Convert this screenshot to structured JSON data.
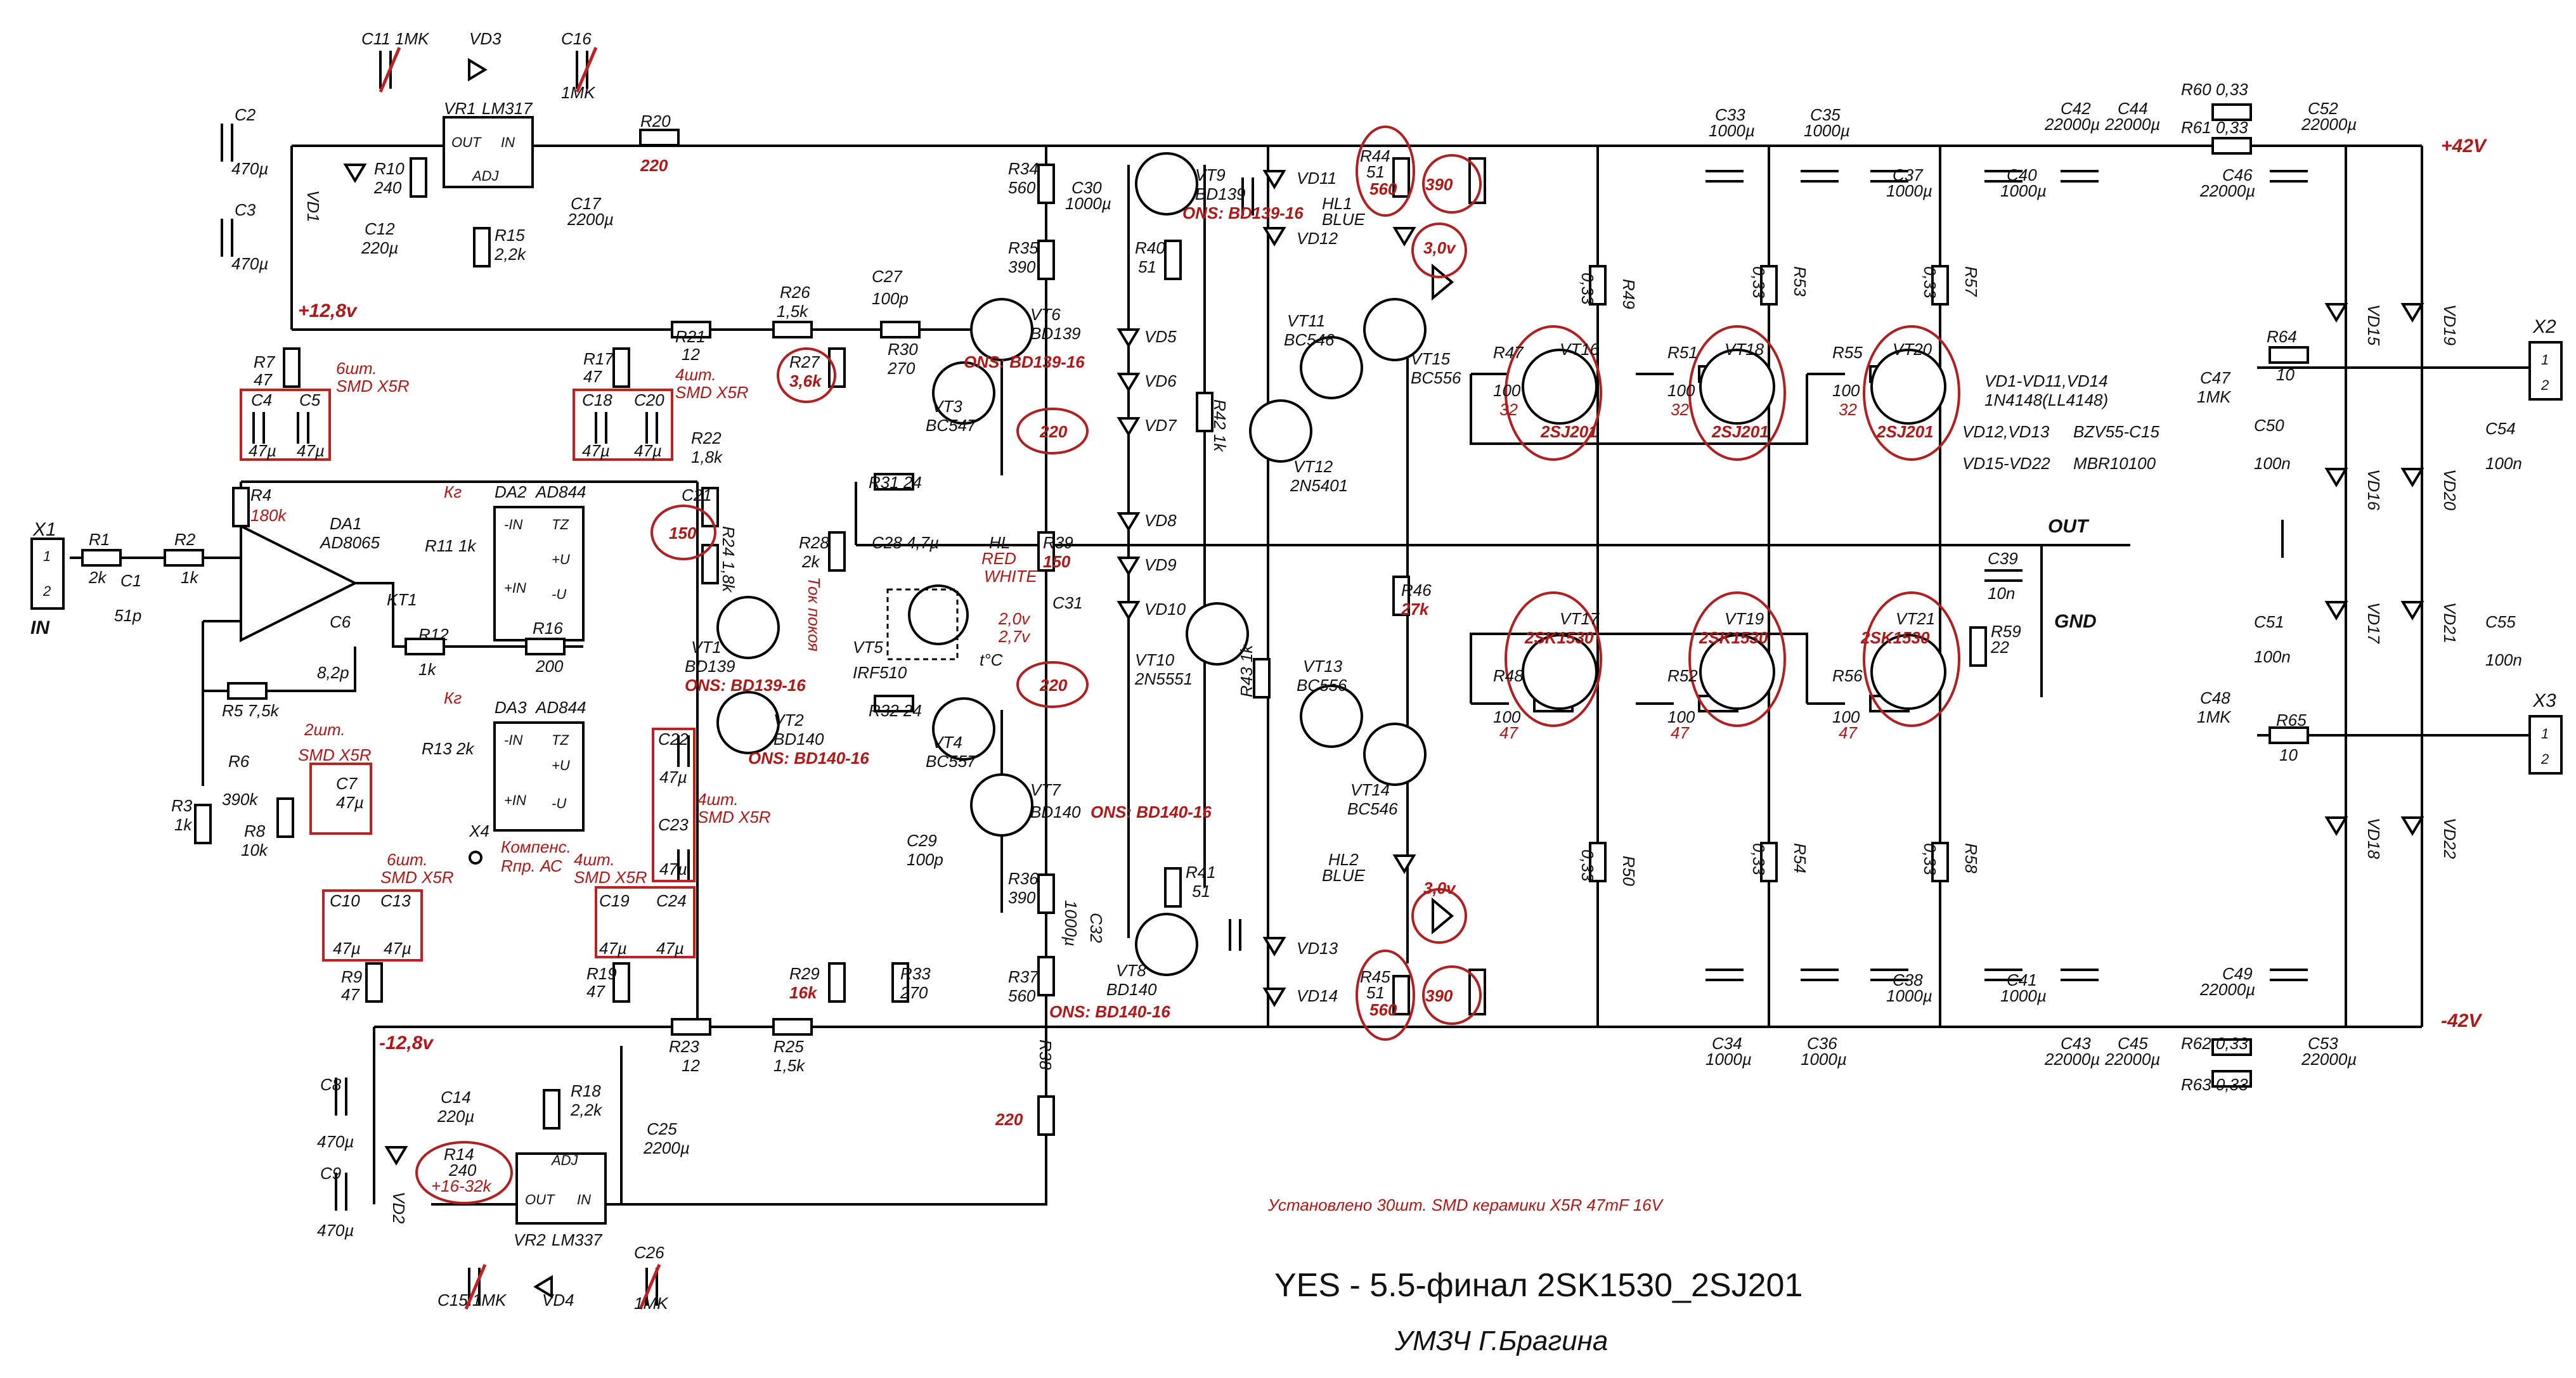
{
  "title": "YES - 5.5-финал 2SK1530_2SJ201",
  "subtitle": "УМЗЧ Г.Брагина",
  "install_note": "Установлено 30шт. SMD керамики X5R 47mF 16V",
  "nets": {
    "pos42": "+42V",
    "neg42": "-42V",
    "pos12": "+12,8v",
    "neg12": "-12,8v",
    "out": "OUT",
    "gnd": "GND",
    "in": "IN",
    "tc": "t°C"
  },
  "connectors": {
    "x1": "X1",
    "x2": "X2",
    "x3": "X3",
    "x4": "X4",
    "pin1": "1",
    "pin2": "2"
  },
  "parts": {
    "r1": "R1",
    "r1v": "2k",
    "r2": "R2",
    "r2v": "1k",
    "c1": "C1",
    "c1v": "51p",
    "r3": "R3",
    "r3v": "1k",
    "r4": "R4",
    "r4n": "180k",
    "r5": "R5 7,5k",
    "r6": "R6",
    "r6v": "390k",
    "r7": "R7",
    "r7v": "47",
    "r8": "R8",
    "r8v": "10k",
    "r9": "R9",
    "r9v": "47",
    "r10": "R10",
    "r10v": "240",
    "r11": "R11 1k",
    "r12": "R12",
    "r12v": "1k",
    "r13": "R13 2k",
    "r14": "R14",
    "r14v": "240",
    "r14n": "+16-32k",
    "r15": "R15",
    "r15v": "2,2k",
    "r16": "R16",
    "r16v": "200",
    "r17": "R17",
    "r17v": "47",
    "r18": "R18",
    "r18v": "2,2k",
    "r19": "R19",
    "r19v": "47",
    "r20": "R20",
    "r20n": "220",
    "r21": "R21",
    "r21v": "12",
    "r22": "R22",
    "r22v": "1,8k",
    "r23": "R23",
    "r23v": "12",
    "r24": "R24 1,8k",
    "r25": "R25",
    "r25v": "1,5k",
    "r26": "R26",
    "r26v": "1,5k",
    "r27": "R27",
    "r27n": "3,6k",
    "r28": "R28",
    "r28v": "2k",
    "r29": "R29",
    "r29n": "16k",
    "r30": "R30",
    "r30v": "270",
    "r31": "R31 24",
    "r32": "R32 24",
    "r33": "R33",
    "r33v": "270",
    "r34": "R34",
    "r34v": "560",
    "r35": "R35",
    "r35v": "390",
    "r36": "R36",
    "r36v": "390",
    "r37": "R37",
    "r37v": "560",
    "r38": "R38",
    "r38n": "220",
    "r39": "R39",
    "r39n": "150",
    "r40": "R40",
    "r40v": "51",
    "r41": "R41",
    "r41v": "51",
    "r42": "R42 1k",
    "r43": "R43 1k",
    "r44": "R44",
    "r44v": "51",
    "r44n": "560",
    "r45": "R45",
    "r45v": "51",
    "r45n": "560",
    "r46": "R46",
    "r46n": "27k",
    "r47": "R47",
    "r48": "R48",
    "r51": "R51",
    "r52": "R52",
    "r55": "R55",
    "r56": "R56",
    "v100": "100",
    "v32": "32",
    "v47": "47",
    "r49": "R49",
    "r50": "R50",
    "r53": "R53",
    "r54": "R54",
    "r57": "R57",
    "r58": "R58",
    "v033": "0,33",
    "r59": "R59",
    "r59v": "22",
    "r60": "R60 0,33",
    "r61": "R61 0,33",
    "r62": "R62 0,33",
    "r63": "R63 0,33",
    "r64": "R64",
    "r65": "R65",
    "v10": "10",
    "c2": "C2",
    "c3": "C3",
    "c8": "C8",
    "c9": "C9",
    "v470u": "470µ",
    "c4": "C4",
    "c5": "C5",
    "c7": "C7",
    "c10": "C10",
    "c13": "C13",
    "c18": "C18",
    "c19": "C19",
    "c20": "C20",
    "c22": "C22",
    "c23": "C23",
    "c24": "C24",
    "v47u": "47µ",
    "c6": "C6",
    "c6v": "8,2p",
    "c11": "C11 1MK",
    "c15": "C15 1MK",
    "c16": "C16",
    "c26": "C26",
    "v1mk": "1MK",
    "c12": "C12",
    "c14": "C14",
    "v220u": "220µ",
    "c17": "C17",
    "c25": "C25",
    "v2200u": "2200µ",
    "c21": "C21",
    "c21n": "150",
    "c27": "C27",
    "c29": "C29",
    "v100p": "100p",
    "c28": "C28 4,7µ",
    "c30": "C30",
    "c32": "C32",
    "v1000u": "1000µ",
    "c31": "C31",
    "c31n": "220",
    "c31b": "220",
    "c33": "C33",
    "c34": "C34",
    "c35": "C35",
    "c36": "C36",
    "c37": "C37",
    "c38": "C38",
    "c40": "C40",
    "c41": "C41",
    "c42": "C42",
    "c43": "C43",
    "c44": "C44",
    "c45": "C45",
    "c46": "C46",
    "c49": "C49",
    "c52": "C52",
    "c53": "C53",
    "v22000u": "22000µ",
    "c39": "C39",
    "c39v": "10n",
    "c47": "C47",
    "c48": "C48",
    "c50": "C50",
    "c51": "C51",
    "c54": "C54",
    "c55": "C55",
    "v100n": "100n",
    "vr1": "VR1",
    "vr1t": "LM317",
    "vr2": "VR2",
    "vr2t": "LM337",
    "out_pin": "OUT",
    "in_pin": "IN",
    "adj_pin": "ADJ",
    "da1": "DA1",
    "da1t": "AD8065",
    "da2": "DA2",
    "da2t": "AD844",
    "da3": "DA3",
    "da3t": "AD844",
    "pin_in_m": "-IN",
    "pin_in_p": "+IN",
    "pin_tz": "TZ",
    "pin_up": "+U",
    "pin_um": "-U",
    "kt1": "KT1",
    "kg": "Кг",
    "vd1": "VD1",
    "vd2": "VD2",
    "vd3": "VD3",
    "vd4": "VD4",
    "vd5": "VD5",
    "vd6": "VD6",
    "vd7": "VD7",
    "vd8": "VD8",
    "vd9": "VD9",
    "vd10": "VD10",
    "vd11": "VD11",
    "vd12": "VD12",
    "vd13": "VD13",
    "vd14": "VD14",
    "vd15": "VD15",
    "vd16": "VD16",
    "vd17": "VD17",
    "vd18": "VD18",
    "vd19": "VD19",
    "vd20": "VD20",
    "vd21": "VD21",
    "vd22": "VD22",
    "vt1": "VT1",
    "vt1t": "BD139",
    "vt1n": "ONS: BD139-16",
    "vt2": "VT2",
    "vt2t": "BD140",
    "vt2n": "ONS: BD140-16",
    "vt3": "VT3",
    "vt3t": "BC547",
    "vt4": "VT4",
    "vt4t": "BC557",
    "vt5": "VT5",
    "vt5t": "IRF510",
    "vt6": "VT6",
    "vt6t": "BD139",
    "vt6n": "ONS: BD139-16",
    "vt7": "VT7",
    "vt7t": "BD140",
    "vt7n": "ONS: BD140-16",
    "vt8": "VT8",
    "vt8t": "BD140",
    "vt8n": "ONS: BD140-16",
    "vt9": "VT9",
    "vt9t": "BD139",
    "vt9n": "ONS: BD139-16",
    "vt10": "VT10",
    "vt10t": "2N5551",
    "vt11": "VT11",
    "vt11t": "BC546",
    "vt12": "VT12",
    "vt12t": "2N5401",
    "vt13": "VT13",
    "vt13t": "BC556",
    "vt14": "VT14",
    "vt14t": "BC546",
    "vt15": "VT15",
    "vt15t": "BC556",
    "vt16": "VT16",
    "vt18": "VT18",
    "vt20": "VT20",
    "p_type": "2SJ201",
    "vt17": "VT17",
    "vt19": "VT19",
    "vt21": "VT21",
    "n_type": "2SK1530",
    "hl1": "HL1",
    "hl2": "HL2",
    "blue": "BLUE",
    "hl_red": "HL",
    "hl_red2": "RED",
    "hl_white": "WHITE",
    "v20": "2,0v",
    "v27": "2,7v",
    "v30a": "3,0v",
    "v30b": "3,0v",
    "n390a": "390",
    "n390b": "390",
    "tok_pokoya": "Ток покоя",
    "komp1": "Компенс.",
    "komp2": "Rпр. АС"
  },
  "notes": {
    "smd6a": "6шт.",
    "smd6a2": "SMD X5R",
    "smd4a": "4шт.",
    "smd4a2": "SMD X5R",
    "smd2": "2шт.",
    "smd22": "SMD X5R",
    "smd4b": "4шт.",
    "smd4b2": "SMD X5R",
    "smd6b": "6шт.",
    "smd6b2": "SMD X5R",
    "smd4c": "4шт.",
    "smd4c2": "SMD X5R"
  },
  "legend": {
    "l1a": "VD1-VD11,VD14",
    "l1b": "1N4148(LL4148)",
    "l2a": "VD12,VD13",
    "l2b": "BZV55-C15",
    "l3a": "VD15-VD22",
    "l3b": "MBR10100"
  }
}
